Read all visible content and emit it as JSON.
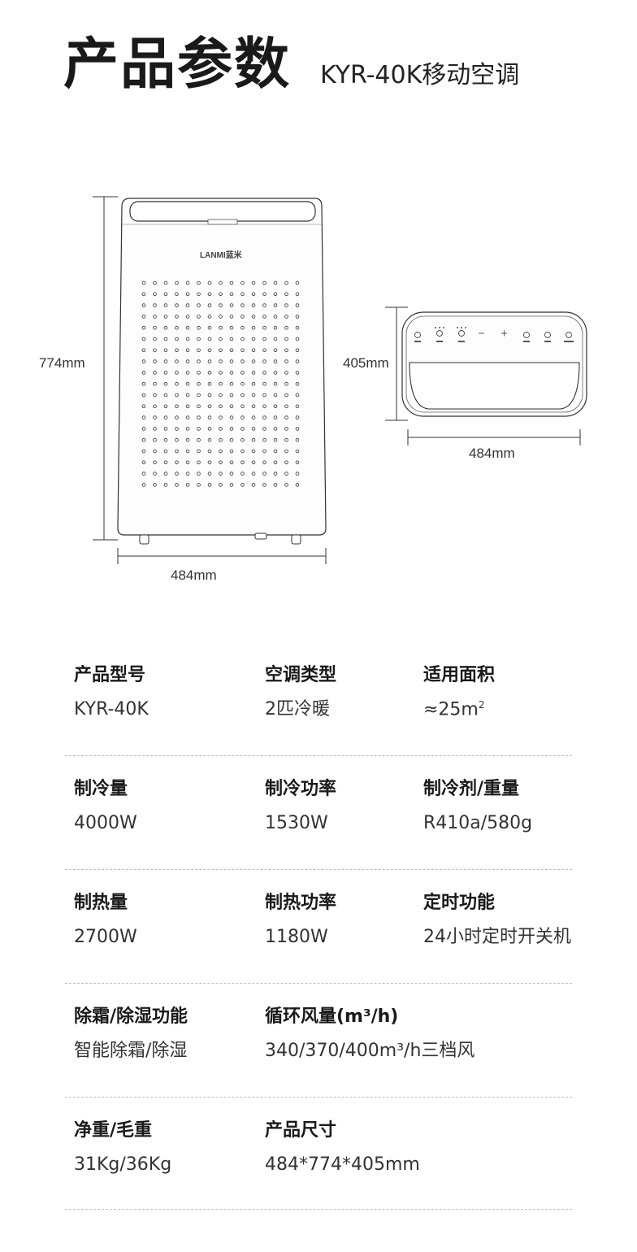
{
  "header": {
    "title": "产品参数",
    "subtitle": "KYR-40K移动空调"
  },
  "diagram": {
    "front": {
      "height_label": "774mm",
      "width_label": "484mm",
      "brand_logo_text": "LANMI蓝米"
    },
    "top": {
      "depth_label": "405mm",
      "width_label": "484mm"
    }
  },
  "specs": [
    [
      {
        "label": "产品型号",
        "value": "KYR-40K"
      },
      {
        "label": "空调类型",
        "value": "2匹冷暖"
      },
      {
        "label": "适用面积",
        "value": "≈25m",
        "value_sup": "2"
      }
    ],
    [
      {
        "label": "制冷量",
        "value": "4000W"
      },
      {
        "label": "制冷功率",
        "value": "1530W"
      },
      {
        "label": "制冷剂/重量",
        "value": "R410a/580g"
      }
    ],
    [
      {
        "label": "制热量",
        "value": "2700W"
      },
      {
        "label": "制热功率",
        "value": "1180W"
      },
      {
        "label": "定时功能",
        "value": "24小时定时开关机"
      }
    ],
    [
      {
        "label": "除霜/除湿功能",
        "value": "智能除霜/除湿"
      },
      {
        "label": "循环风量(m³/h)",
        "value": "340/370/400m³/h三档风"
      }
    ],
    [
      {
        "label": "净重/毛重",
        "value": "31Kg/36Kg"
      },
      {
        "label": "产品尺寸",
        "value": "484*774*405mm"
      }
    ]
  ]
}
